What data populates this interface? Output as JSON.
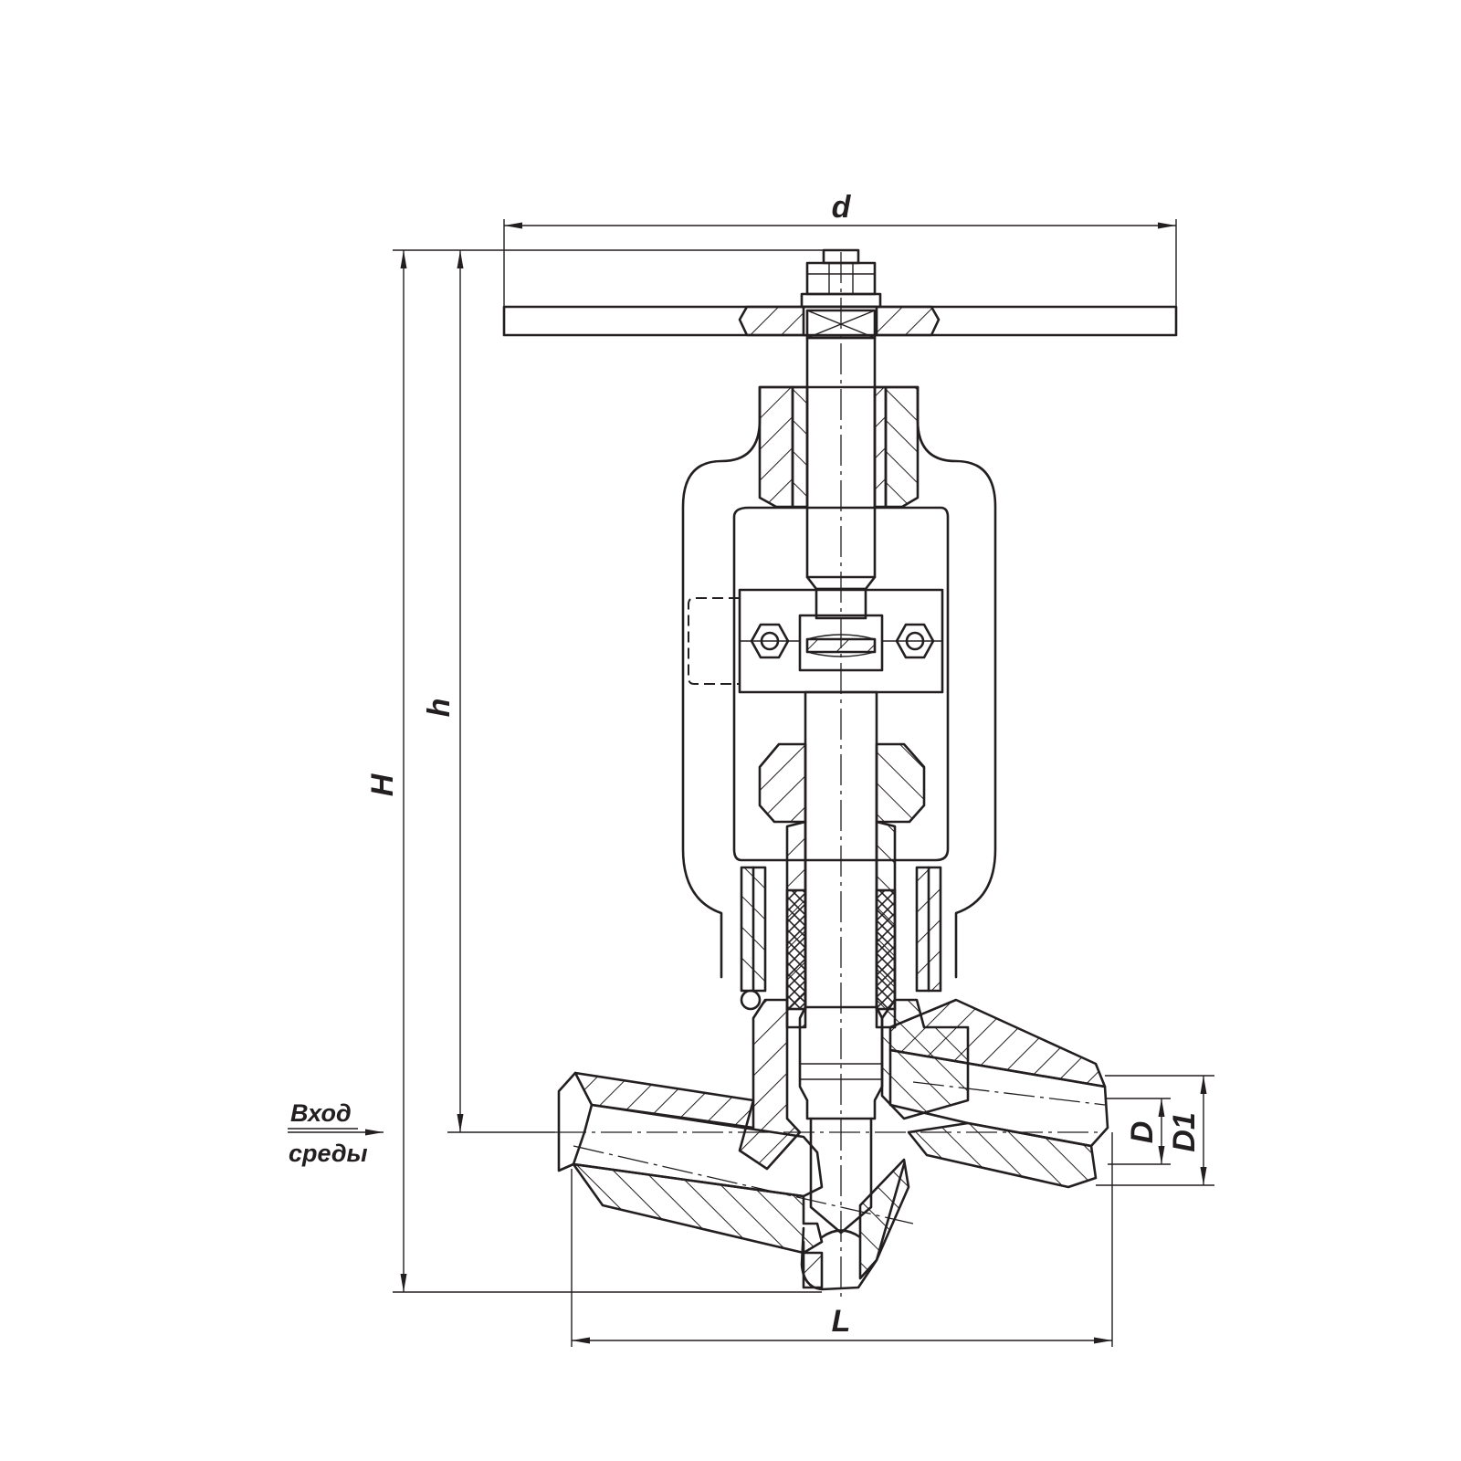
{
  "dimensions": {
    "d": "d",
    "H": "H",
    "h": "h",
    "L": "L",
    "D": "D",
    "D1": "D1"
  },
  "flow": {
    "line1": "Вход",
    "line2": "среды"
  },
  "colors": {
    "ink": "#231f20",
    "paper": "#ffffff"
  }
}
